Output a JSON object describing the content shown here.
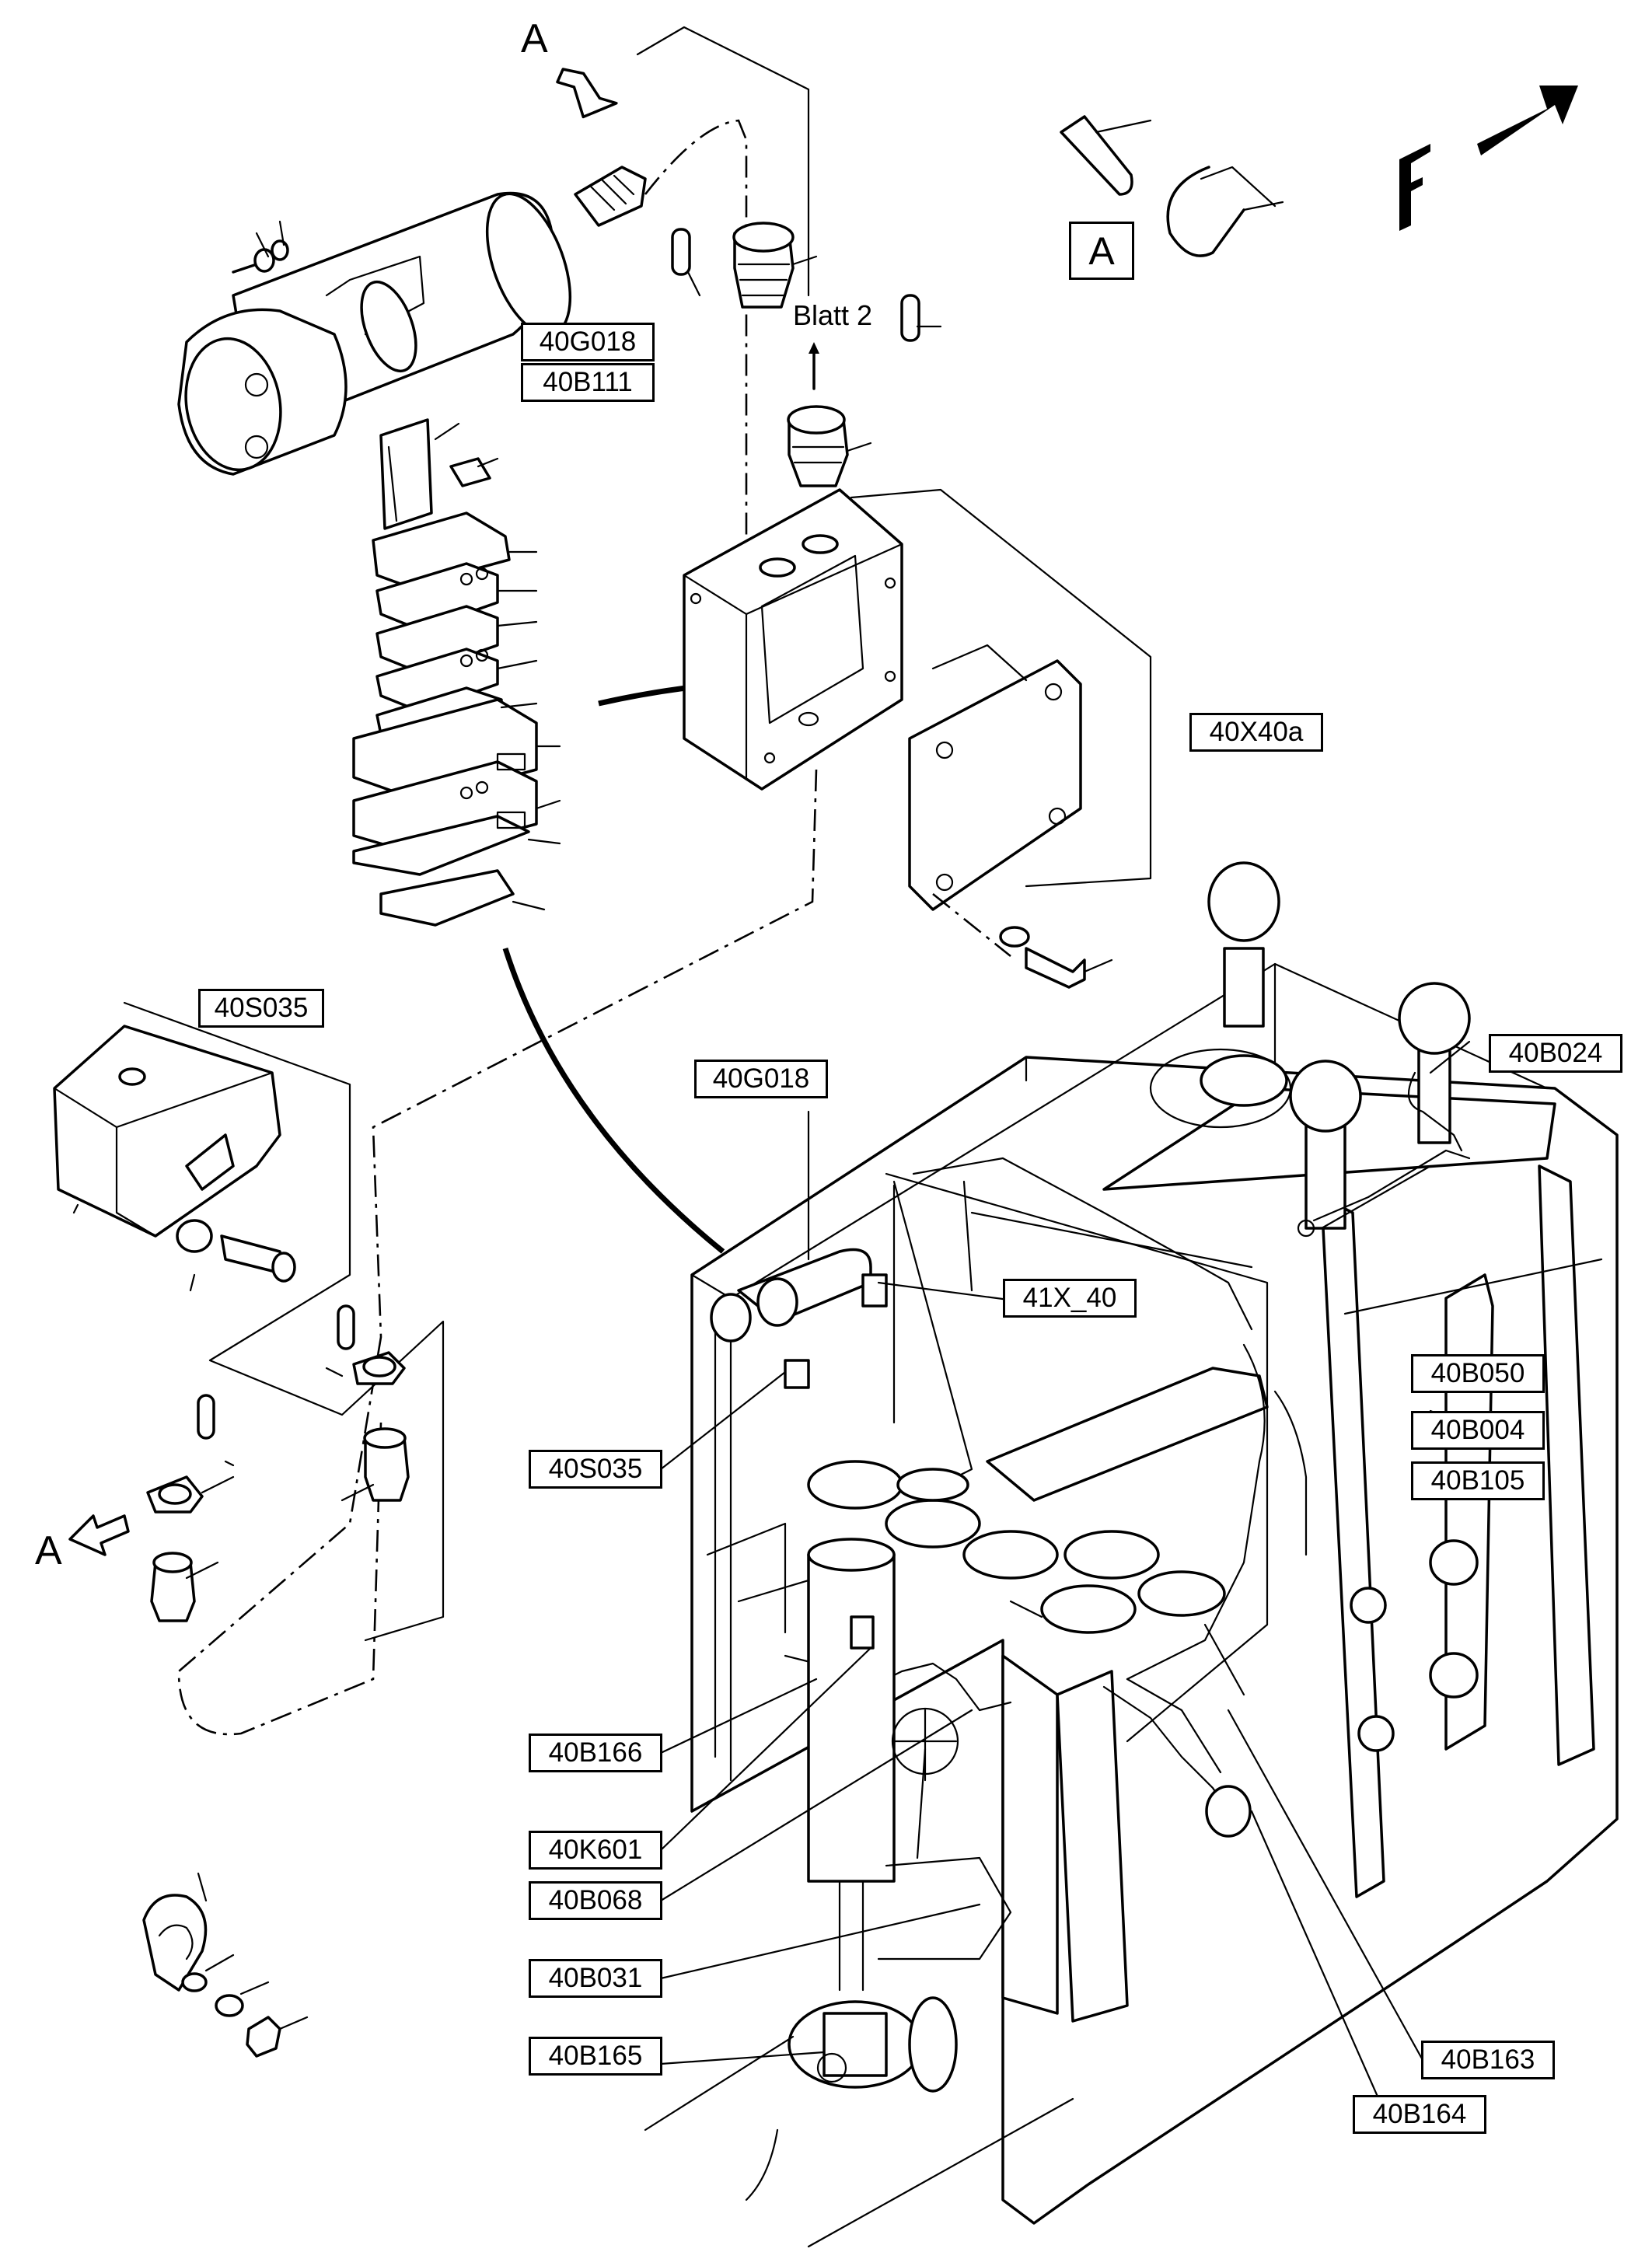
{
  "labels": {
    "g018_top": "40G018",
    "b111": "40B111",
    "x40a": "40X40a",
    "s035_top": "40S035",
    "g018_mid": "40G018",
    "b024": "40B024",
    "x_40": "41X_40",
    "b050": "40B050",
    "b004": "40B004",
    "b105": "40B105",
    "s035_mid": "40S035",
    "b166": "40B166",
    "k601": "40K601",
    "b068": "40B068",
    "b031": "40B031",
    "b165": "40B165",
    "b163": "40B163",
    "b164": "40B164"
  },
  "annotations": {
    "view_marker_top": "A",
    "view_marker_left": "A",
    "detail_box": "A",
    "blatt": "Blatt 2",
    "direction": "F"
  },
  "icons": [
    "arrow-icon",
    "cable-tie-icon",
    "direction-arrow-icon"
  ]
}
